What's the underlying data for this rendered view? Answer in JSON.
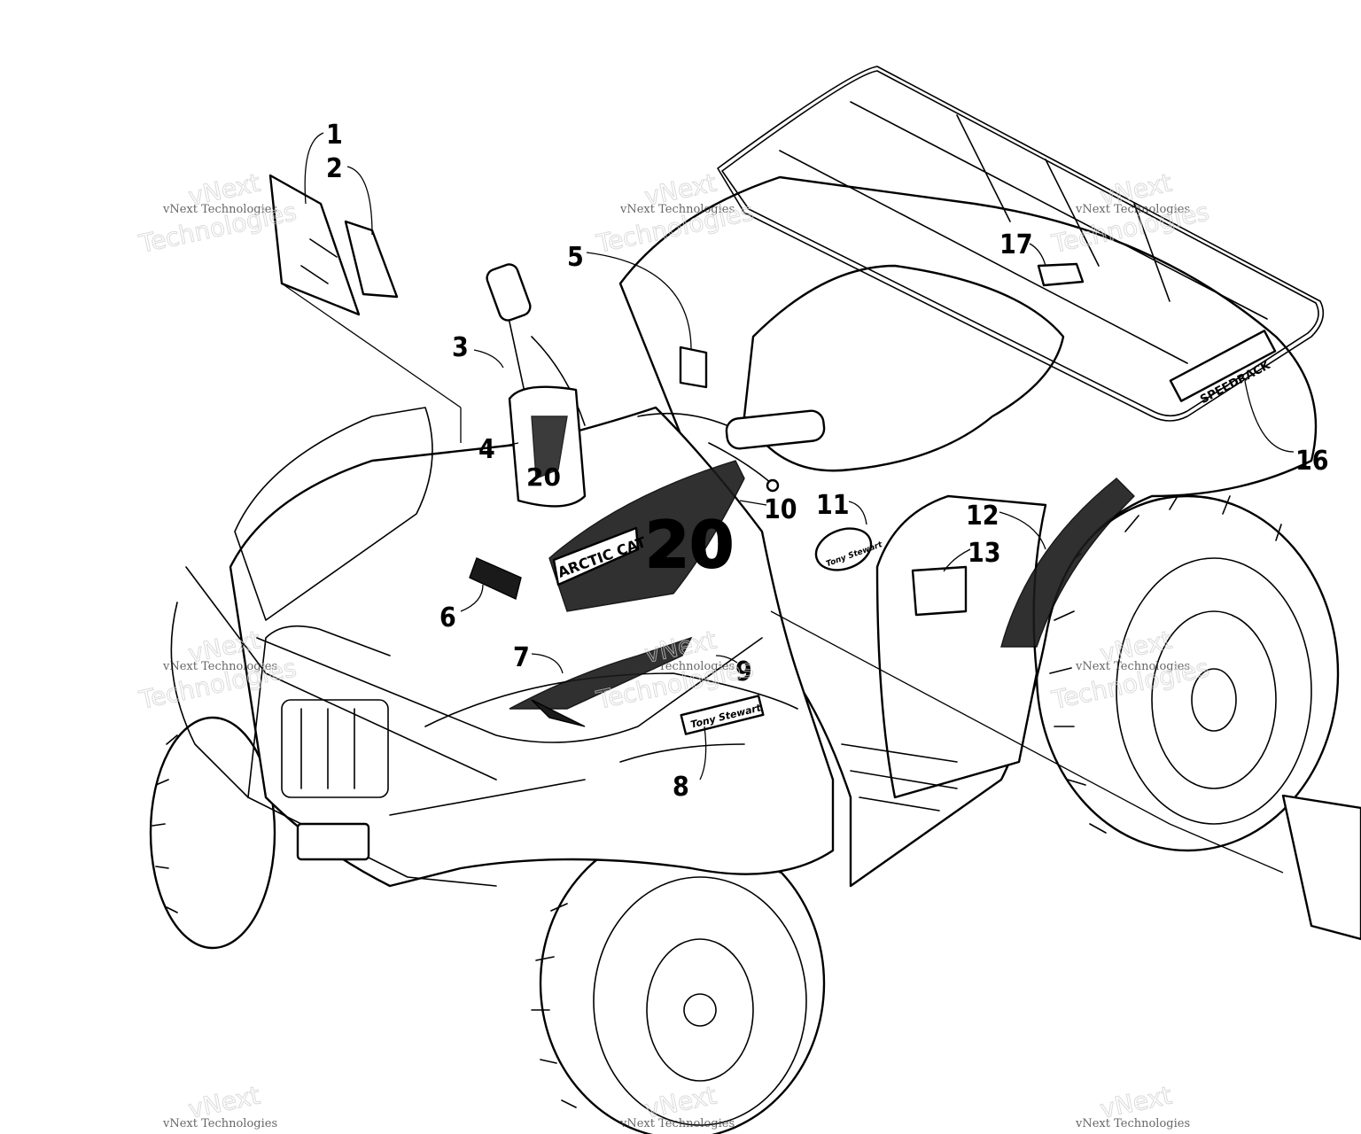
{
  "callouts": [
    "1",
    "2",
    "3",
    "4",
    "5",
    "6",
    "7",
    "8",
    "9",
    "10",
    "11",
    "12",
    "13",
    "16",
    "17"
  ],
  "decals": {
    "brand": "ARCTIC CAT",
    "number": "20",
    "driver": "Tony Stewart",
    "rack": "SPEEDRACK"
  },
  "watermark": {
    "line1": "vNext Technologies",
    "line2": "vNext",
    "line3": "Technologies"
  }
}
